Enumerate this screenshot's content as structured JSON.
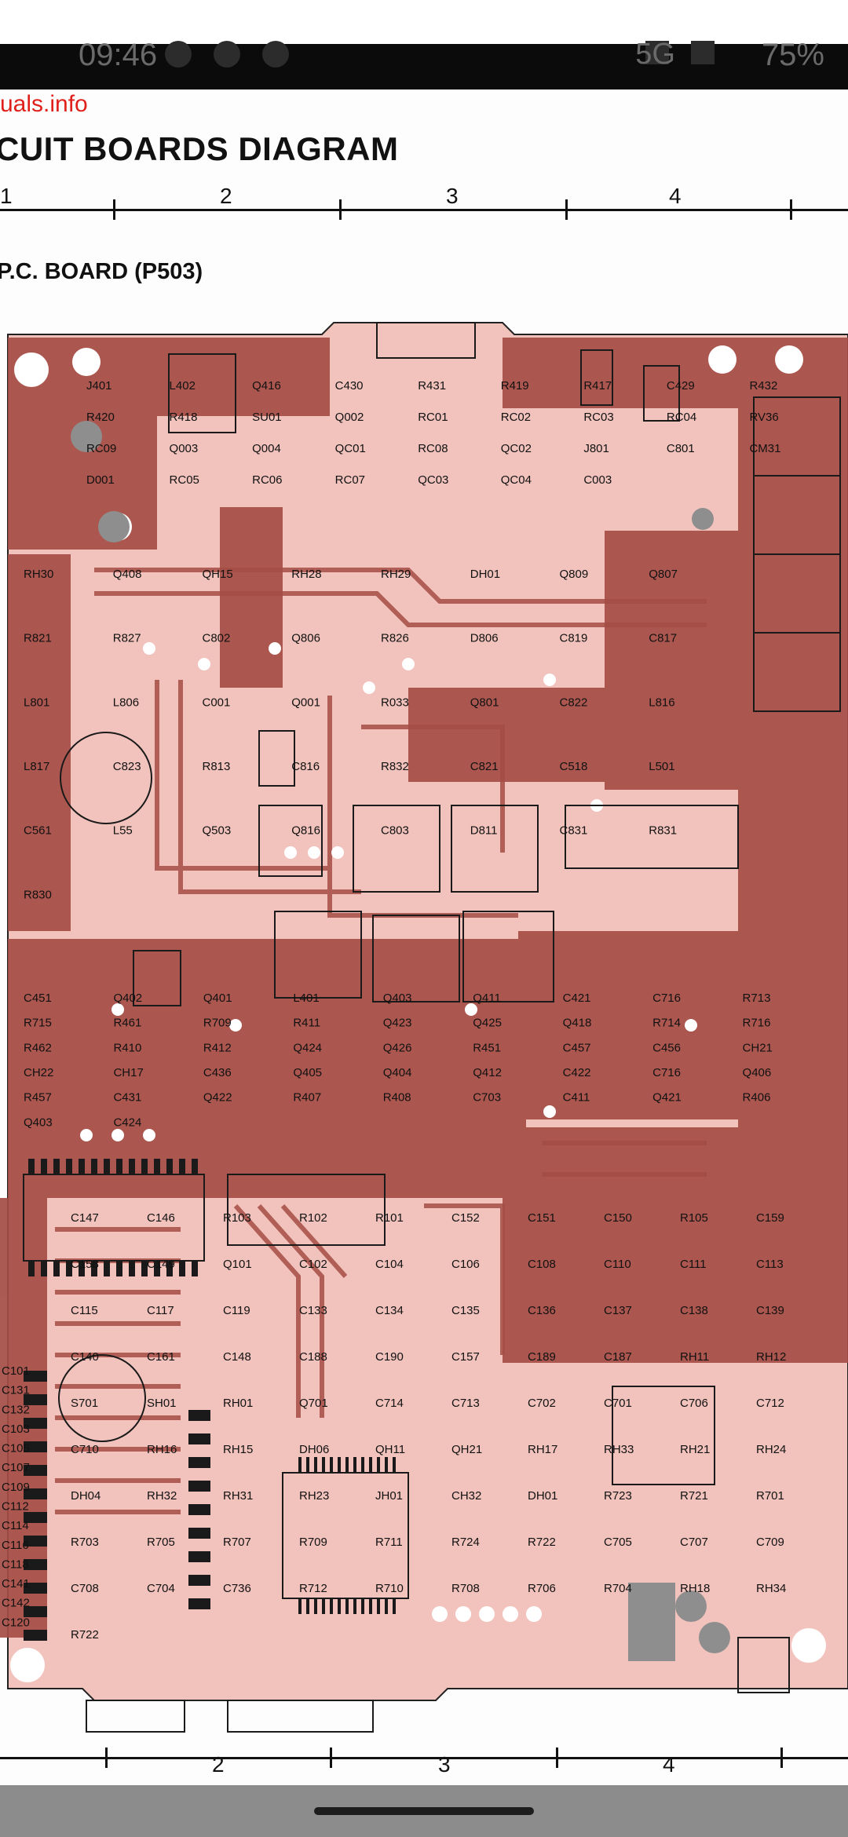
{
  "status_bar": {
    "time": "09:46",
    "network": "5G",
    "battery": "75%",
    "icons": [
      "notification-icon",
      "media-icon",
      "image-icon",
      "bluetooth-icon",
      "wifi-icon",
      "signal-icon"
    ]
  },
  "document": {
    "watermark": "uals.info",
    "title": "CUIT BOARDS DIAGRAM",
    "board_label": "P.C. BOARD (P503)",
    "grid_top": [
      "1",
      "2",
      "3",
      "4"
    ],
    "grid_bottom": [
      "2",
      "3",
      "4"
    ],
    "colors": {
      "pcb_fill": "#f2c3bd",
      "copper": "#a54d45",
      "watermark": "#e0201a"
    }
  },
  "components": {
    "sections_top": [
      "J401",
      "L402",
      "Q416",
      "C430",
      "R431",
      "R419",
      "R417",
      "C429",
      "R432",
      "R420",
      "R418",
      "SU01",
      "Q002",
      "RC01",
      "RC02",
      "RC03",
      "RC04",
      "RV36",
      "RC09",
      "Q003",
      "Q004",
      "QC01",
      "RC08",
      "QC02",
      "J801",
      "C801",
      "CM31",
      "D001",
      "RC05",
      "RC06",
      "RC07",
      "QC03",
      "QC04",
      "C003"
    ],
    "sections_mid": [
      "RH30",
      "Q408",
      "QH15",
      "RH28",
      "RH29",
      "DH01",
      "Q809",
      "Q807",
      "R821",
      "R827",
      "C802",
      "Q806",
      "R826",
      "D806",
      "C819",
      "C817",
      "L801",
      "L806",
      "C001",
      "Q001",
      "R033",
      "Q801",
      "C822",
      "L816",
      "L817",
      "C823",
      "R813",
      "C816",
      "R832",
      "C821",
      "C518",
      "L501",
      "C561",
      "L55",
      "Q503",
      "Q816",
      "C803",
      "D811",
      "C831",
      "R831",
      "R830"
    ],
    "sections_low": [
      "C451",
      "Q402",
      "Q401",
      "L401",
      "Q403",
      "Q411",
      "C421",
      "C716",
      "R713",
      "R715",
      "R461",
      "R709",
      "R411",
      "Q423",
      "Q425",
      "Q418",
      "R714",
      "R716",
      "R462",
      "R410",
      "R412",
      "Q424",
      "Q426",
      "R451",
      "C457",
      "C456",
      "CH21",
      "CH22",
      "CH17",
      "C436",
      "Q405",
      "Q404",
      "Q412",
      "C422",
      "C716",
      "Q406",
      "R457",
      "C431",
      "Q422",
      "R407",
      "R408",
      "C703",
      "C411",
      "Q421",
      "R406",
      "Q403",
      "C424"
    ],
    "sections_bottom": [
      "C147",
      "C146",
      "R103",
      "R102",
      "R101",
      "C152",
      "C151",
      "C150",
      "R105",
      "C159",
      "C158",
      "C149",
      "Q101",
      "C102",
      "C104",
      "C106",
      "C108",
      "C110",
      "C111",
      "C113",
      "C115",
      "C117",
      "C119",
      "C133",
      "C134",
      "C135",
      "C136",
      "C137",
      "C138",
      "C139",
      "C140",
      "C161",
      "C148",
      "C188",
      "C190",
      "C157",
      "C189",
      "C187",
      "RH11",
      "RH12",
      "S701",
      "SH01",
      "RH01",
      "Q701",
      "C714",
      "C713",
      "C702",
      "C701",
      "C706",
      "C712",
      "C710",
      "RH16",
      "RH15",
      "DH06",
      "QH11",
      "QH21",
      "RH17",
      "RH33",
      "RH21",
      "RH24",
      "DH04",
      "RH32",
      "RH31",
      "RH23",
      "JH01",
      "CH32",
      "DH01",
      "R723",
      "R721",
      "R701",
      "R703",
      "R705",
      "R707",
      "R709",
      "R711",
      "R724",
      "R722",
      "C705",
      "C707",
      "C709",
      "C708",
      "C704",
      "C736",
      "R712",
      "R710",
      "R708",
      "R706",
      "R704",
      "RH18",
      "RH34",
      "R722"
    ],
    "left_edge": [
      "C101",
      "C131",
      "C132",
      "C103",
      "C105",
      "C107",
      "C109",
      "C112",
      "C114",
      "C116",
      "C118",
      "C141",
      "C142",
      "C120"
    ]
  }
}
